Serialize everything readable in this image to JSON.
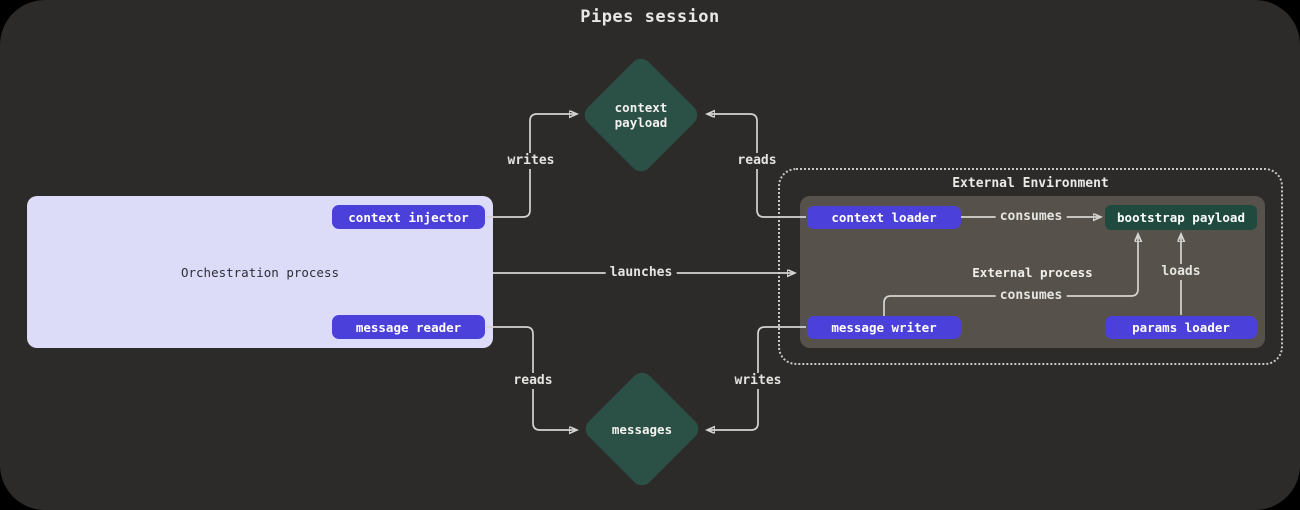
{
  "title": "Pipes session",
  "colors": {
    "background": "#2d2b29",
    "button_purple": "#4c40da",
    "diamond_green": "#2b5046",
    "payload_green": "#1f4a3d",
    "orchestration_fill": "#dcdbf8",
    "external_process_fill": "#56524b",
    "edge_line": "#d6d4d1"
  },
  "nodes": {
    "orchestration_process": {
      "label": "Orchestration process",
      "context_injector": "context injector",
      "message_reader": "message reader"
    },
    "context_payload": {
      "line1": "context",
      "line2": "payload"
    },
    "messages": {
      "label": "messages"
    },
    "external_environment": {
      "label": "External Environment"
    },
    "external_process": {
      "label": "External process",
      "context_loader": "context loader",
      "bootstrap_payload": "bootstrap payload",
      "message_writer": "message writer",
      "params_loader": "params loader"
    }
  },
  "edges": {
    "writes_top": "writes",
    "reads_top": "reads",
    "launches": "launches",
    "consumes_top": "consumes",
    "consumes_bottom": "consumes",
    "loads": "loads",
    "reads_bottom": "reads",
    "writes_bottom": "writes"
  }
}
